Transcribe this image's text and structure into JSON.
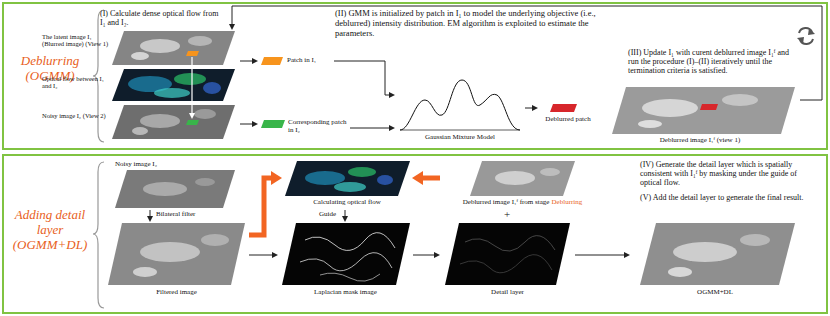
{
  "diagram": {
    "nodes": [
      {
        "text": [
          "Deblurring (OGMM)"
        ]
      },
      {
        "text": [
          "The latent image I₁ (Blurred image) (View 1)"
        ],
        "in": 0
      },
      {
        "text": [
          "Optical flow between I₁ and I₂"
        ],
        "in": 0
      },
      {
        "text": [
          "Noisy image I₂ (View 2)"
        ],
        "in": 0
      },
      {
        "text": [
          "Patch in I₁"
        ],
        "in": 0
      },
      {
        "text": [
          "Corresponding patch in I₂"
        ],
        "in": 0
      },
      {
        "text": [
          "Gaussian Mixture Model"
        ],
        "in": 0
      },
      {
        "text": [
          "Deblurred patch"
        ],
        "in": 0
      },
      {
        "text": [
          "Deblurred image I₁ᶠ (view 1)"
        ],
        "in": 0
      },
      {
        "text": [
          "Adding detail layer (OGMM+DL)"
        ]
      },
      {
        "text": [
          "Noisy image I₂"
        ],
        "in": 9
      },
      {
        "text": [
          "Filtered image"
        ],
        "in": 9
      },
      {
        "text": [
          "Calculating optical flow"
        ],
        "in": 9
      },
      {
        "text": [
          "Deblurred image I₁ᶠ from stage",
          "Deblurring"
        ],
        "in": 9
      },
      {
        "text": [
          "Laplacian mask image"
        ],
        "in": 9
      },
      {
        "text": [
          "Detail layer"
        ],
        "in": 9
      },
      {
        "text": [
          "OGMM+DL"
        ],
        "in": 9
      }
    ],
    "edges": [
      {
        "from": 1,
        "to": 4,
        "arrow": "to"
      },
      {
        "from": 3,
        "to": 5,
        "arrow": "to"
      },
      {
        "from": 4,
        "to": 6,
        "arrow": "to"
      },
      {
        "from": 5,
        "to": 6,
        "arrow": "to"
      },
      {
        "from": 6,
        "to": 7,
        "arrow": "to"
      },
      {
        "from": 8,
        "to": 1,
        "arrow": "to"
      },
      {
        "from": 10,
        "to": 11,
        "label": "Bilateral filter",
        "arrow": "to"
      },
      {
        "from": 11,
        "to": 12,
        "arrow": "to"
      },
      {
        "from": 13,
        "to": 12,
        "arrow": "to"
      },
      {
        "from": 12,
        "to": 14,
        "label": "Guide",
        "arrow": "to"
      },
      {
        "from": 11,
        "to": 14,
        "arrow": "to"
      },
      {
        "from": 14,
        "to": 15,
        "arrow": "to"
      },
      {
        "from": 15,
        "to": 16,
        "arrow": "to"
      }
    ],
    "labels": [
      "(I) Calculate dense optical flow from I₁ and I₂.",
      "(II) GMM is initialized by patch in I₁ to model the underlying objective (i.e., deblurred) intensity distribution. EM algorithm is exploited to estimate the parameters.",
      "(III) Update I₁ with curent deblurred image I₁ᶠ and run the procedure (I)–(II) iteratively until the termination criteria is satisfied.",
      "+",
      "(IV) Generate the detail layer which is spatially consistent with I₁ᶠ by masking under the guide of optical flow.",
      "(V) Add the detail layer to generate the final result."
    ]
  }
}
